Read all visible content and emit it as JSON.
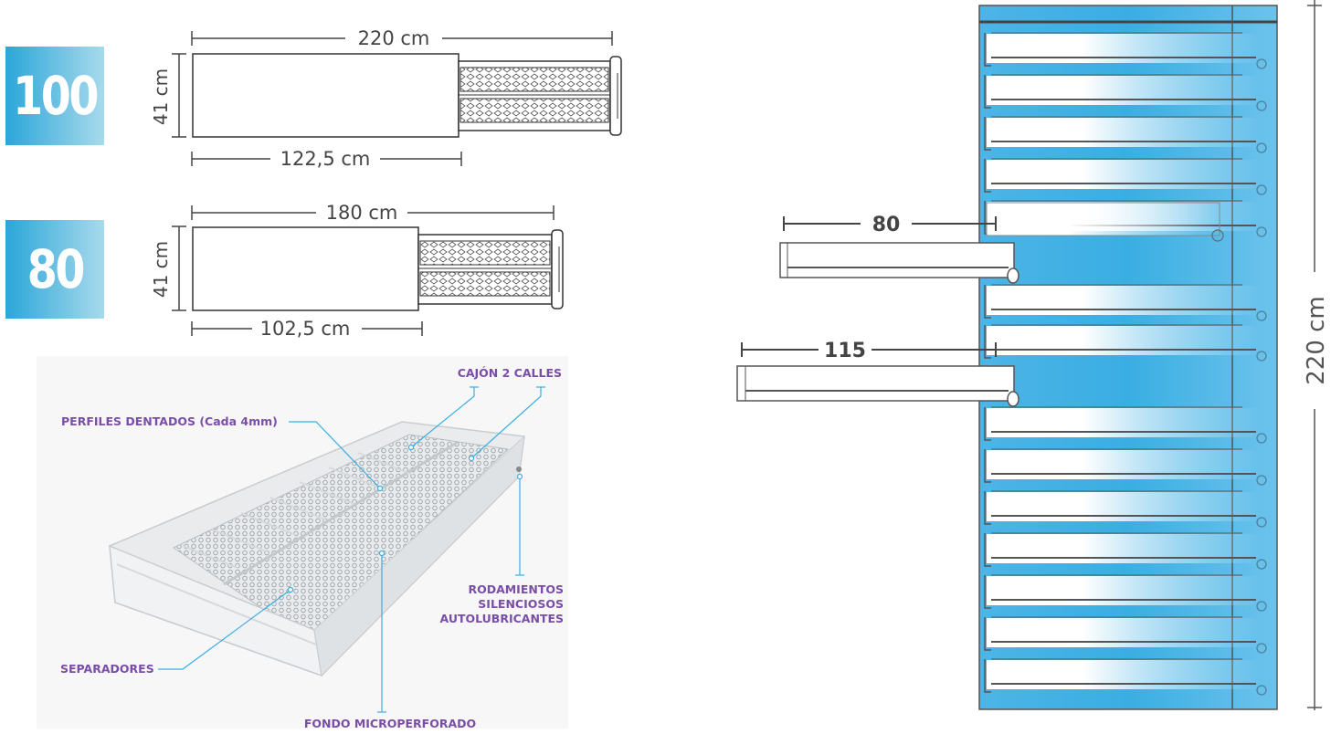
{
  "colors": {
    "badge_start": "#2ba6d8",
    "badge_end": "#9fd6ea",
    "accent_blue": "#3aaee3",
    "callout_purple": "#7a4ea6"
  },
  "badges": [
    {
      "label": "100"
    },
    {
      "label": "80"
    }
  ],
  "drawer100": {
    "total_width": "220 cm",
    "depth": "41 cm",
    "body_width": "122,5 cm"
  },
  "drawer80": {
    "total_width": "180 cm",
    "depth": "41 cm",
    "body_width": "102,5 cm"
  },
  "callouts": {
    "cajon": "CAJÓN 2 CALLES",
    "perfiles": "PERFILES DENTADOS (Cada 4mm)",
    "rodamientos_1": "RODAMIENTOS",
    "rodamientos_2": "SILENCIOSOS",
    "rodamientos_3": "AUTOLUBRICANTES",
    "separadores": "SEPARADORES",
    "fondo": "FONDO MICROPERFORADO"
  },
  "cabinet": {
    "height_label": "220 cm",
    "extension_80": "80",
    "extension_115": "115"
  }
}
